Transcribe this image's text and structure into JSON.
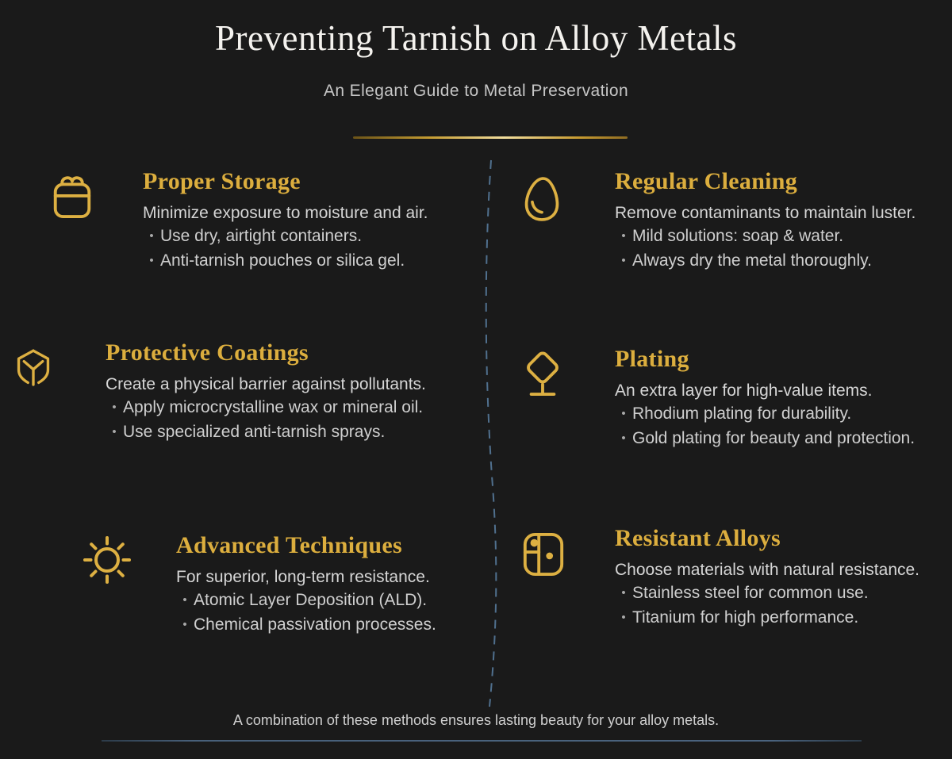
{
  "header": {
    "title": "Preventing Tarnish on Alloy Metals",
    "subtitle": "An Elegant Guide to Metal Preservation"
  },
  "glyphs": {
    "bullet": "•"
  },
  "sections": [
    {
      "icon": "storage-box-icon",
      "title": "Proper Storage",
      "description": "Minimize exposure to moisture and air.",
      "bullets": [
        "Use dry, airtight containers.",
        "Anti-tarnish pouches or silica gel."
      ]
    },
    {
      "icon": "water-drop-icon",
      "title": "Regular Cleaning",
      "description": "Remove contaminants to maintain luster.",
      "bullets": [
        "Mild solutions: soap & water.",
        "Always dry the metal thoroughly."
      ]
    },
    {
      "icon": "shield-icon",
      "title": "Protective Coatings",
      "description": "Create a physical barrier against pollutants.",
      "bullets": [
        "Apply microcrystalline wax or mineral oil.",
        "Use specialized anti-tarnish sprays."
      ]
    },
    {
      "icon": "gem-stand-icon",
      "title": "Plating",
      "description": "An extra layer for high-value items.",
      "bullets": [
        "Rhodium plating for durability.",
        "Gold plating for beauty and protection."
      ]
    },
    {
      "icon": "sun-icon",
      "title": "Advanced Techniques",
      "description": "For superior, long-term resistance.",
      "bullets": [
        "Atomic Layer Deposition (ALD).",
        "Chemical passivation processes."
      ]
    },
    {
      "icon": "safe-box-icon",
      "title": "Resistant Alloys",
      "description": "Choose materials with natural resistance.",
      "bullets": [
        "Stainless steel for common use.",
        "Titanium for high performance."
      ]
    }
  ],
  "footer": {
    "text": "A combination of these methods ensures lasting beauty for your alloy metals."
  },
  "colors": {
    "background": "#1a1a1a",
    "gold_accent": "#ddb042",
    "title_text": "#f4f2ee",
    "subtitle_text": "#c6c6c6",
    "body_text": "#d6d6d6",
    "dashed_divider": "#5b80a3",
    "footer_line": "#48607a"
  }
}
